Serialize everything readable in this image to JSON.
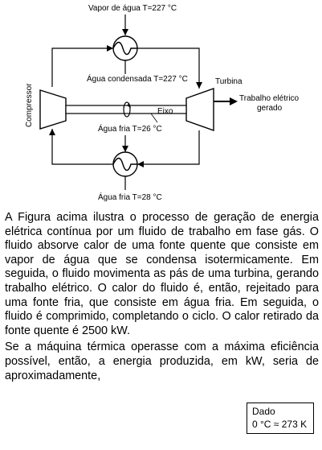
{
  "diagram": {
    "steam_label": "Vapor de água T=227 °C",
    "condensed_label": "Água condensada T=227 °C",
    "turbine_label": "Turbina",
    "compressor_label": "Compressor",
    "work_label_line1": "Trabalho elétrico",
    "work_label_line2": "gerado",
    "shaft_label": "Eixo",
    "cold_in_label": "Água fria T=26 °C",
    "cold_out_label": "Água fria T=28 °C"
  },
  "text": {
    "paragraph1": "A Figura acima ilustra o processo de geração de energia elétrica contínua por um fluido de trabalho em fase gás. O fluido absorve calor de uma fonte quente que consiste em vapor de água que se condensa isotermicamente. Em seguida, o fluido movimenta as pás de uma turbina, gerando trabalho elétrico. O calor do fluido é, então, rejeitado para uma fonte fria, que consiste em água fria. Em seguida, o fluido é comprimido, completando o ciclo. O calor retirado da fonte quente é 2500 kW.",
    "paragraph2": "Se a máquina térmica operasse com a máxima eficiência possível, então, a energia produzida, em kW, seria de aproximadamente,"
  },
  "given": {
    "title": "Dado",
    "value": "0 °C ≈ 273 K"
  }
}
